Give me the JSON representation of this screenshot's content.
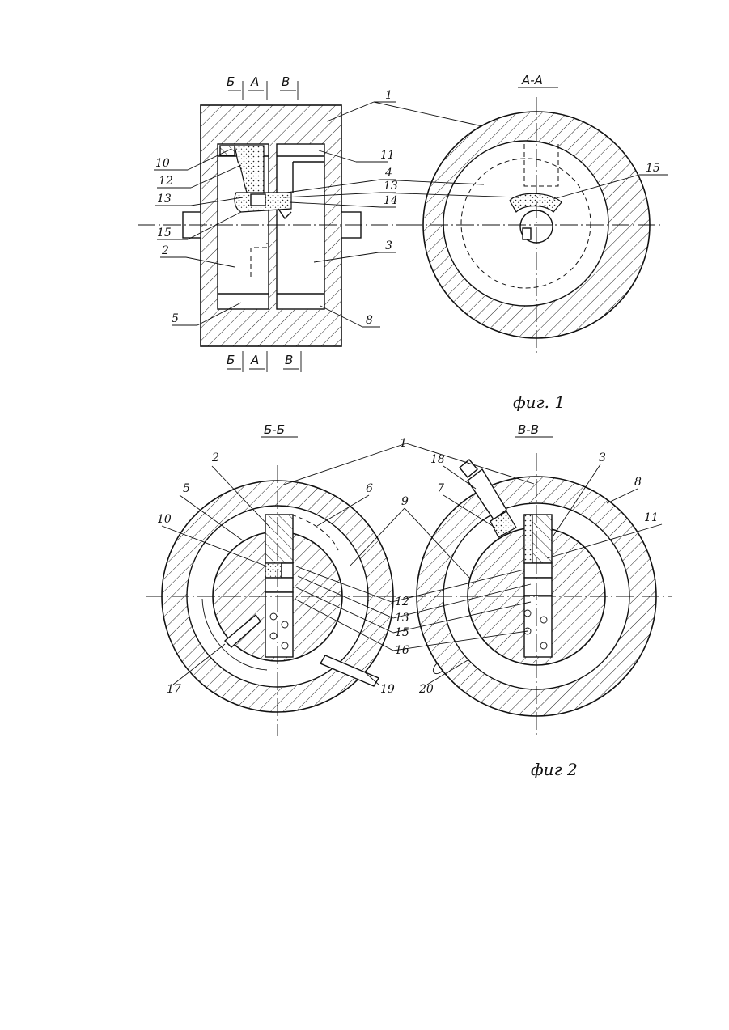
{
  "fig1": {
    "caption": "фиг. 1",
    "section_title": "А-А",
    "cut_marks": [
      "Б",
      "А",
      "В"
    ],
    "labels": {
      "n1": "1",
      "n10": "10",
      "n12": "12",
      "n13": "13",
      "n15": "15",
      "n2": "2",
      "n5": "5",
      "n11": "11",
      "n4": "4",
      "n13b": "13",
      "n14": "14",
      "n3": "3",
      "n8": "8",
      "n15r": "15"
    }
  },
  "fig2": {
    "caption": "фиг 2",
    "left_title": "Б-Б",
    "right_title": "В-В",
    "labels": {
      "n1": "1",
      "n2": "2",
      "n5": "5",
      "n6": "6",
      "n10": "10",
      "n9": "9",
      "n18": "18",
      "n7": "7",
      "n3": "3",
      "n8": "8",
      "n11": "11",
      "n12": "12",
      "n13": "13",
      "n15": "15",
      "n16": "16",
      "n17": "17",
      "n19": "19",
      "n20": "20"
    }
  }
}
